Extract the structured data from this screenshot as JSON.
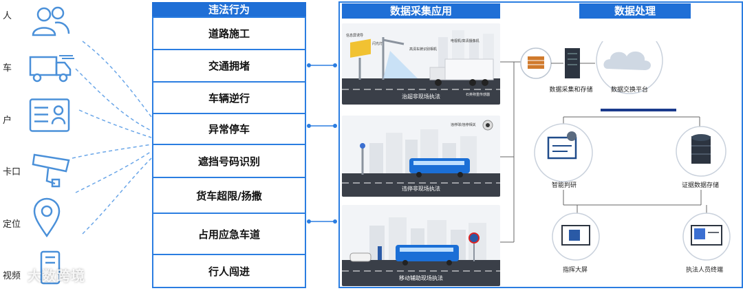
{
  "left_sources": [
    {
      "label": "人",
      "icon": "users-icon"
    },
    {
      "label": "车",
      "icon": "truck-icon"
    },
    {
      "label": "户",
      "icon": "id-card-icon"
    },
    {
      "label": "卡口",
      "icon": "camera-icon"
    },
    {
      "label": "定位",
      "icon": "location-pin-icon"
    },
    {
      "label": "视频",
      "icon": "video-device-icon"
    }
  ],
  "violations": {
    "header": "违法行为",
    "items": [
      "道路施工",
      "交通拥堵",
      "车辆逆行",
      "异常停车",
      "遮挡号码识别",
      "货车超限/扬撒",
      "占用应急车道",
      "行人闯进"
    ]
  },
  "data_collection": {
    "header": "数据采集应用",
    "scenes": [
      {
        "caption": "治超非现场执法",
        "labels": [
          "信息屏诱导",
          "闪光灯",
          "高清车牌识别相机",
          "电视机/高清摄像机",
          "石英称重传感器"
        ]
      },
      {
        "caption": "违停非现场执法",
        "labels": [
          "违停球/违停相关"
        ]
      },
      {
        "caption": "移动辅助现场执法",
        "labels": []
      }
    ]
  },
  "data_processing": {
    "header": "数据处理",
    "nodes": {
      "collect_store": "数据采集和存储",
      "exchange": "数据交换平台",
      "smart_judge": "智能判研",
      "evidence_store": "证据数据存储",
      "command_screen": "指挥大屏",
      "officer_terminal": "执法人员终端"
    }
  },
  "watermark": "大数跨境",
  "colors": {
    "primary": "#1f6fd6",
    "border": "#2a7de1",
    "icon": "#4a90d9",
    "dark_bar": "#1a3a8c"
  }
}
